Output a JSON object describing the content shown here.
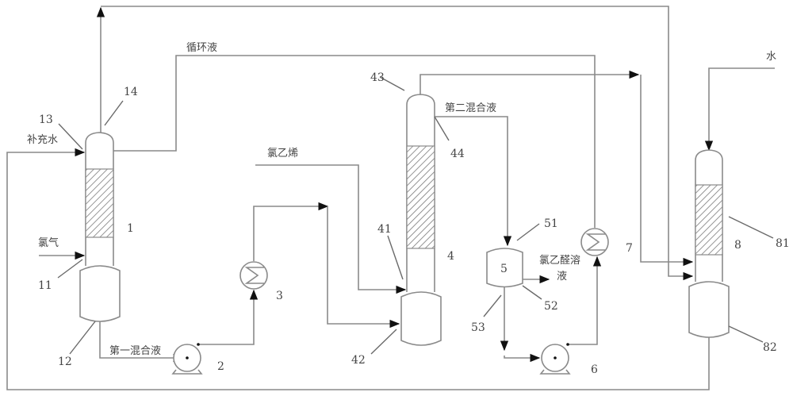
{
  "diagram": {
    "type": "process-flow",
    "stream_labels": {
      "makeup_water": "补充水",
      "recycle_liquid": "循环液",
      "chlorine": "氯气",
      "vinyl_chloride": "氯乙烯",
      "first_mixture": "第一混合液",
      "second_mixture": "第二混合液",
      "chloroacetaldehyde_line1": "氯乙醛溶",
      "chloroacetaldehyde_line2": "液",
      "water": "水"
    },
    "equipment": [
      {
        "id": "1",
        "kind": "packed-column"
      },
      {
        "id": "2",
        "kind": "pump"
      },
      {
        "id": "3",
        "kind": "heat-exchanger"
      },
      {
        "id": "4",
        "kind": "packed-column"
      },
      {
        "id": "5",
        "kind": "vessel"
      },
      {
        "id": "6",
        "kind": "pump"
      },
      {
        "id": "7",
        "kind": "heat-exchanger"
      },
      {
        "id": "8",
        "kind": "packed-column"
      }
    ],
    "ref_numbers": {
      "n1": "1",
      "n2": "2",
      "n3": "3",
      "n4": "4",
      "n5": "5",
      "n6": "6",
      "n7": "7",
      "n8": "8",
      "n11": "11",
      "n12": "12",
      "n13": "13",
      "n14": "14",
      "n41": "41",
      "n42": "42",
      "n43": "43",
      "n44": "44",
      "n51": "51",
      "n52": "52",
      "n53": "53",
      "n81": "81",
      "n82": "82"
    }
  }
}
